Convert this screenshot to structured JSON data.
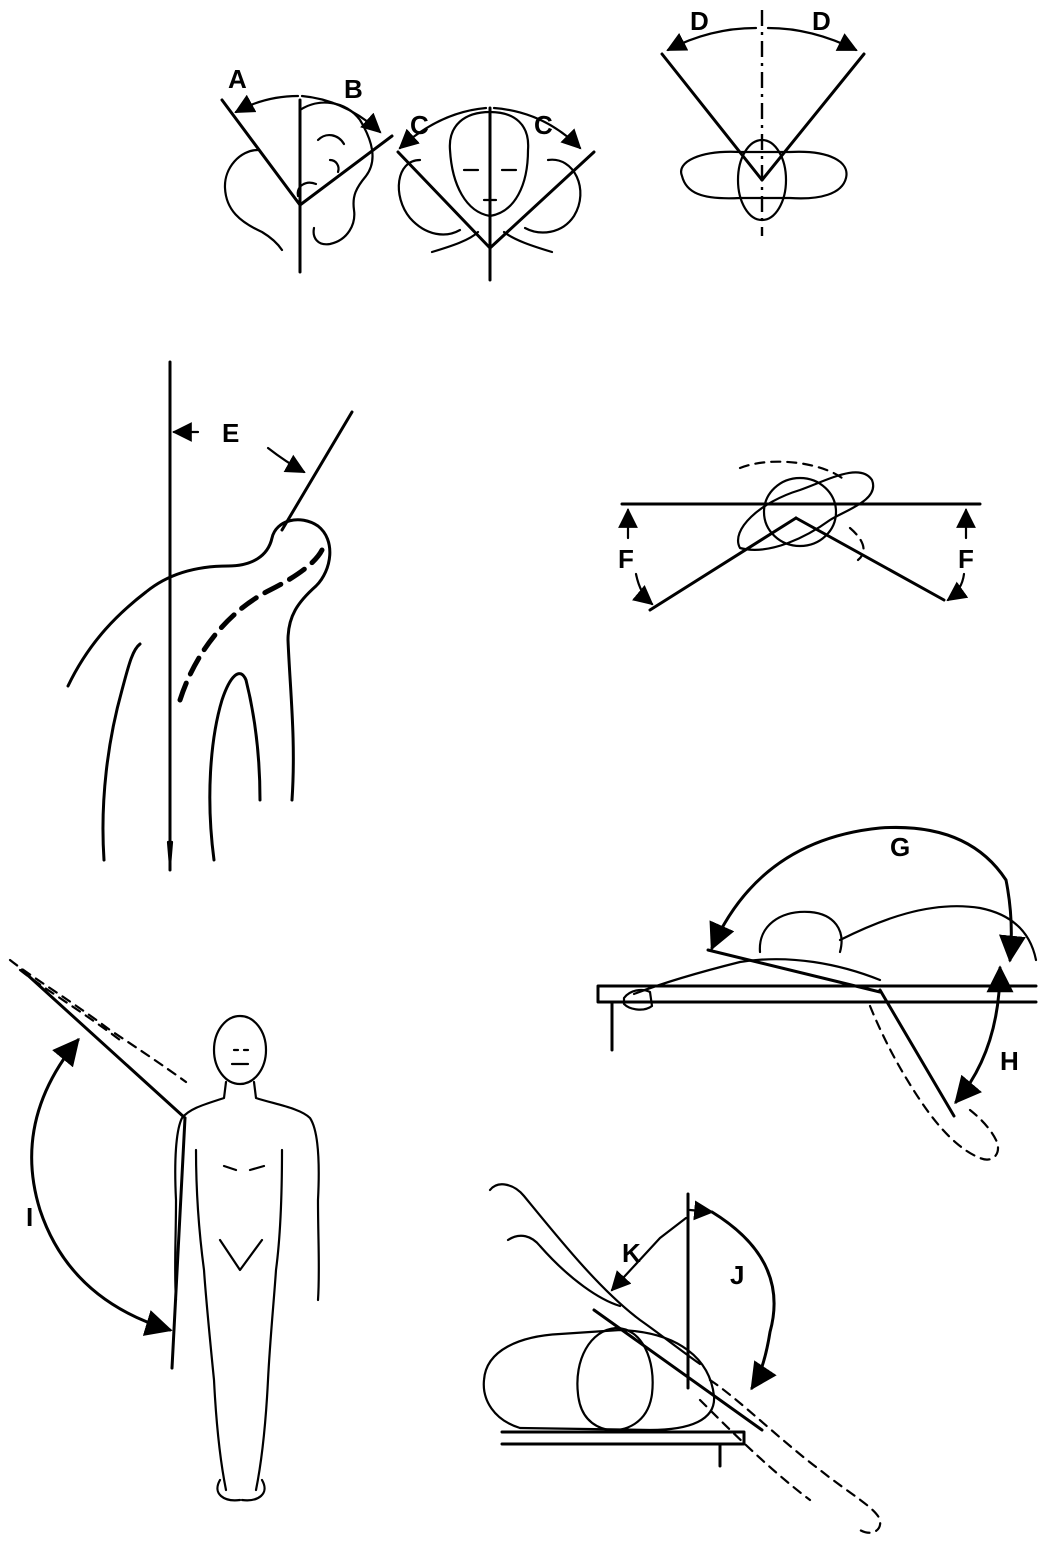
{
  "labels": {
    "a": "A",
    "b": "B",
    "c_left": "C",
    "c_right": "C",
    "d_left": "D",
    "d_right": "D",
    "e": "E",
    "f_left": "F",
    "f_right": "F",
    "g": "G",
    "h": "H",
    "i": "I",
    "j": "J",
    "k": "K"
  },
  "colors": {
    "ink": "#000000",
    "paper": "#ffffff"
  }
}
